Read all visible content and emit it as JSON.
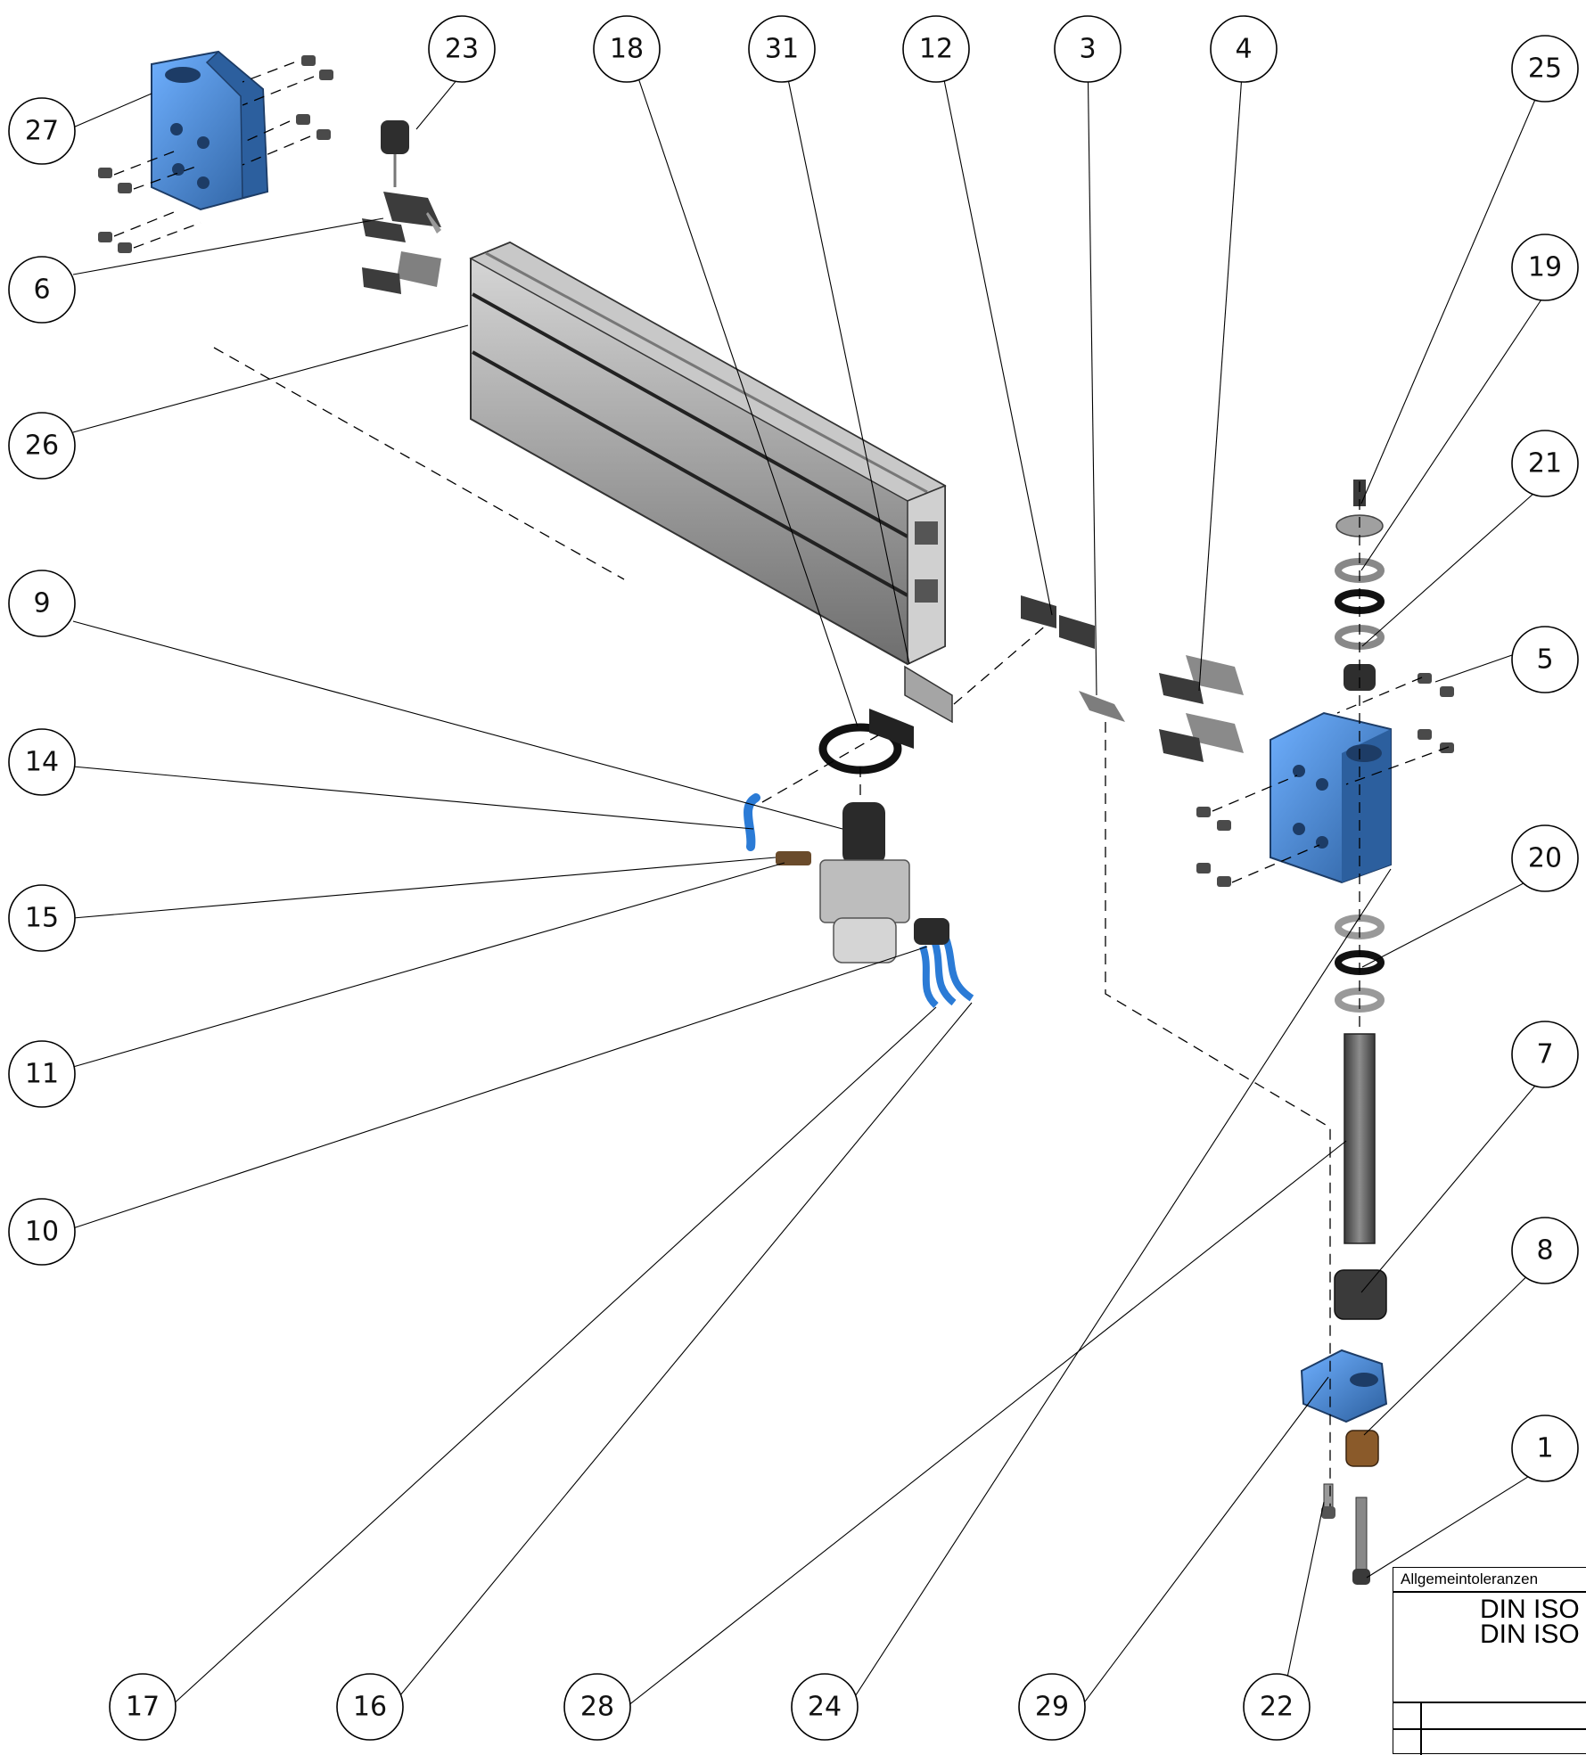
{
  "balloons": [
    "27",
    "23",
    "18",
    "31",
    "12",
    "3",
    "4",
    "25",
    "19",
    "21",
    "6",
    "26",
    "9",
    "5",
    "14",
    "15",
    "20",
    "11",
    "7",
    "10",
    "8",
    "1",
    "17",
    "16",
    "28",
    "24",
    "29",
    "22"
  ],
  "title_block": {
    "header": "Allgemeintoleranzen",
    "standards": [
      "DIN ISO",
      "DIN ISO"
    ]
  },
  "colors": {
    "part_blue": "#3f7fc6",
    "part_dark": "#3a3a3a",
    "part_grey": "#9a9a9a",
    "hose_blue": "#2b7bd6",
    "bronze": "#8a5a2a"
  }
}
